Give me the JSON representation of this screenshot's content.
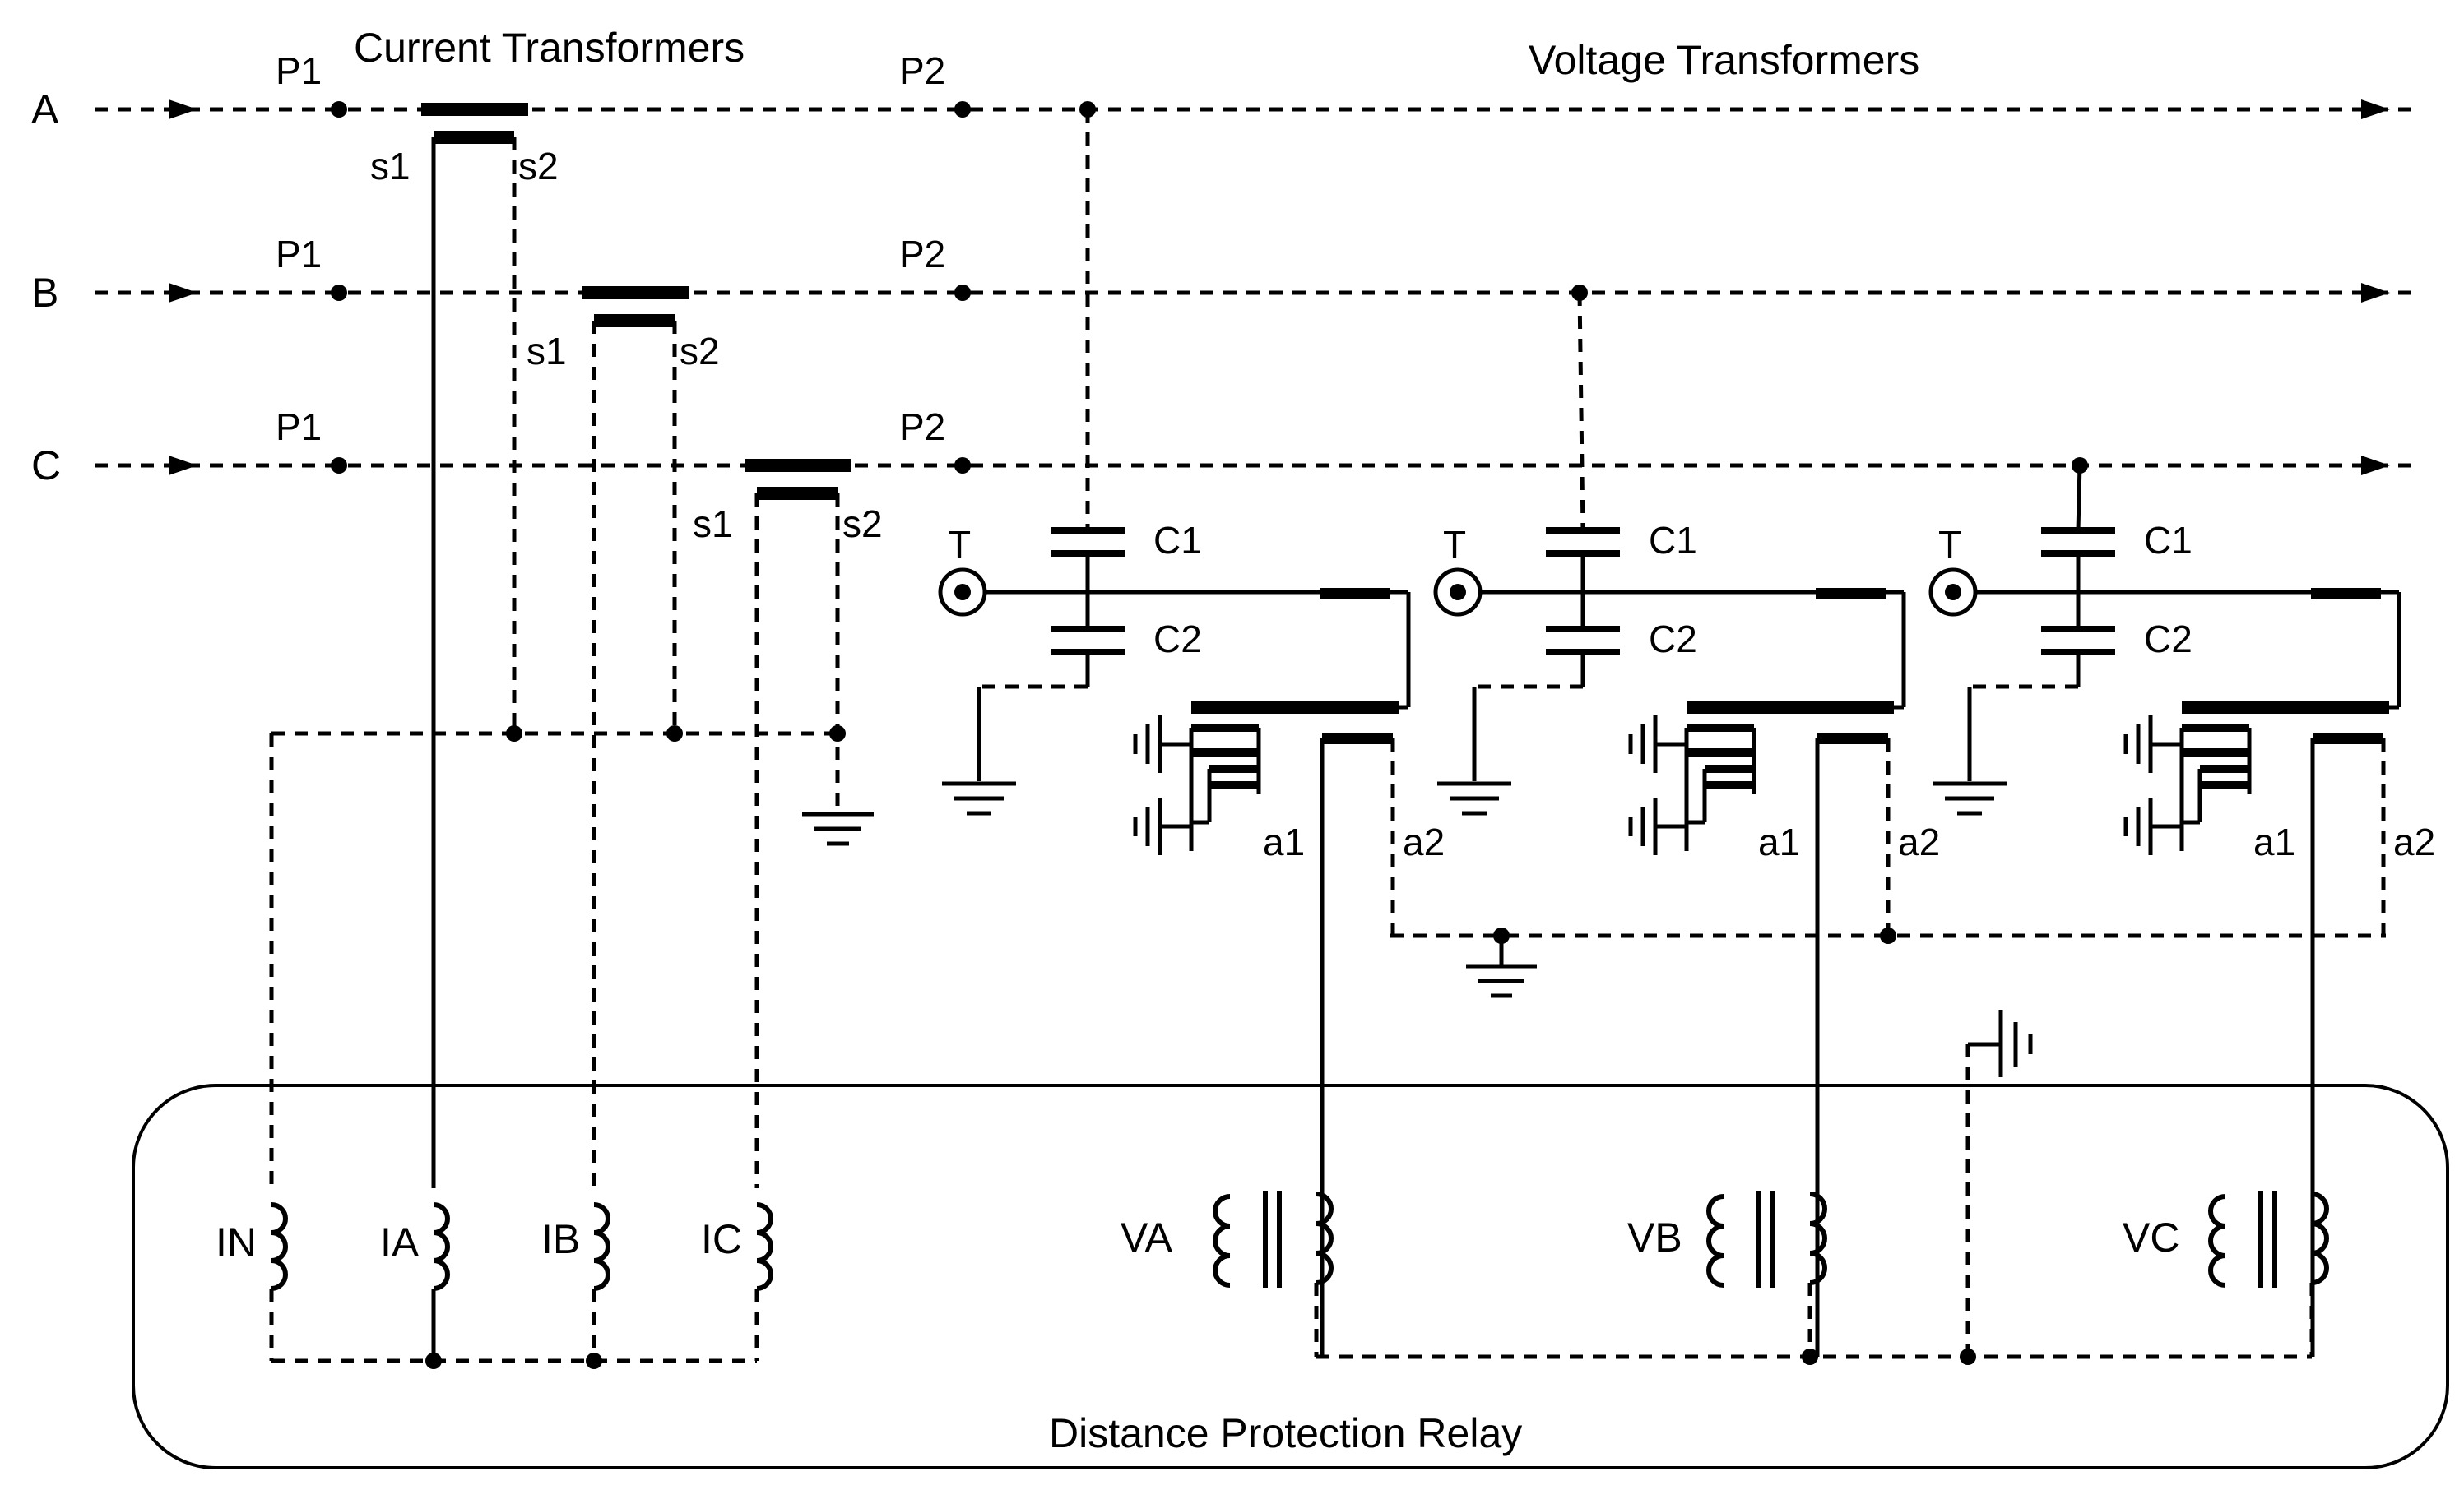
{
  "labels": {
    "phase_a": "A",
    "phase_b": "B",
    "phase_c": "C",
    "current_transformers": "Current Transformers",
    "voltage_transformers": "Voltage Transformers",
    "p1": "P1",
    "p2": "P2",
    "s1": "s1",
    "s2": "s2",
    "t": "T",
    "c1": "C1",
    "c2": "C2",
    "a1": "a1",
    "a2": "a2",
    "in": "IN",
    "ia": "IA",
    "ib": "IB",
    "ic": "IC",
    "va": "VA",
    "vb": "VB",
    "vc": "VC",
    "relay": "Distance Protection Relay"
  }
}
